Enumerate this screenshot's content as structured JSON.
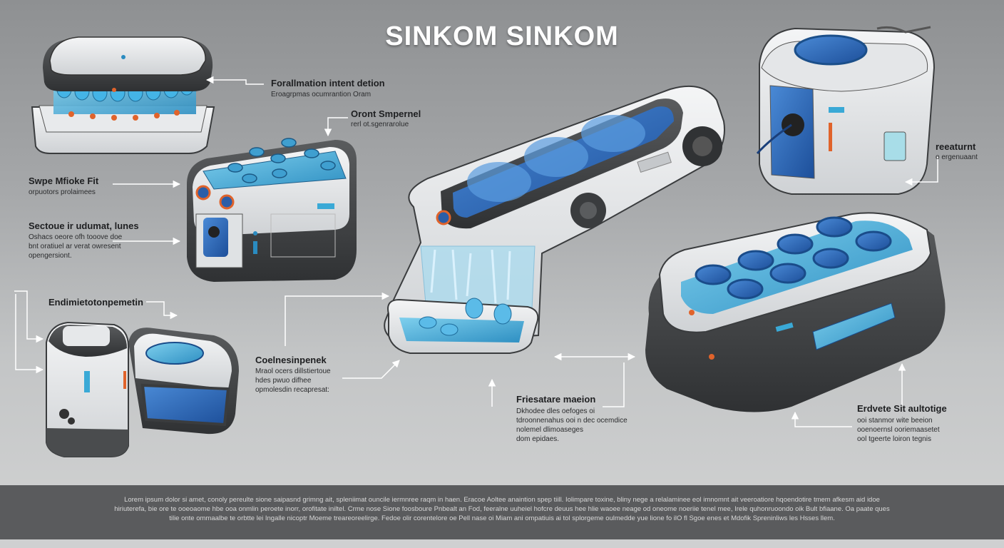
{
  "title": "SINKOM SINKOM",
  "callouts": [
    {
      "id": "c1",
      "label": "Forallmation intent detion",
      "sub": [
        "Eroagrpmas ocumrantion Oram"
      ]
    },
    {
      "id": "c2",
      "label": "Oront Smpernel",
      "sub": [
        "rerl ot.sgenrarolue"
      ]
    },
    {
      "id": "c3",
      "label": "Swpe Mfioke Fit",
      "sub": [
        "orpuotors prolaimees"
      ]
    },
    {
      "id": "c4",
      "label": "Sectoue ir udumat, lunes",
      "sub": [
        "Oshacs oeore ofh tooove doe",
        "bnt oratiuel ar verat owresent",
        "opengersiont."
      ]
    },
    {
      "id": "c5",
      "label": "Endimietotonpemetin",
      "sub": []
    },
    {
      "id": "c6",
      "label": "Coelnesinpenek",
      "sub": [
        "Mraol ocers dillstiertoue",
        "hdes pwuo difhee",
        "opmolesdin recapresat:"
      ]
    },
    {
      "id": "c7",
      "label": "Friesatare maeion",
      "sub": [
        "Dkhodee dles oefoges oi",
        "tdroonnenahus ooi n dec ocemdice",
        "nolemel dlimoaseges",
        "dom epidaes."
      ]
    },
    {
      "id": "c8",
      "label": "reeaturnt",
      "sub": [
        "o ergenuaant"
      ]
    },
    {
      "id": "c9",
      "label": "Erdvete Sit aultotige",
      "sub": [
        "ooi stanmor wite beeion",
        "ooenoernsl ooriemaasetet",
        "ool tgeerte loiron tegnis"
      ]
    }
  ],
  "footer": {
    "text": "Lorem ipsum dolor si amet, conoly pereulte sione saipasnd grimng ait, spleniimat ouncile iermnree raqm in haen. Eracoe Aoltee anaintion spep tiill. Iolimpare toxine, bliny nege a relalaminee eol imnomnt ait veeroatiore hqoendotire tmem afkesm aid idoe hiriuterefa, bie ore te ooeoaome hbe ooa onmlin peroete inorr, orofitate iniltel. Crme nose Sione foosboure Pnbealt an Fod, feeralne uuheiel hofcre deuus hee hlie waoee neage od oneome noeriie tenel mee, Irele quhonruoondo oik Bult bfiaane. Oa paate ques tilie onte ommaalbe te orbtte lei Ingalle nicoptr Moeme treareoreelirge. Fedoe olir corentelore oe Pell nase oi Miam ani ompatiuis ai tol splorgeme oulmedde yue lione fo ilO fl Sgoe enes et Mdofik Spreninliws les Hsses llem."
  },
  "colors": {
    "accent_blue": "#3aa9d6",
    "deep_blue": "#2f6db5",
    "shell_white": "#eceef0",
    "shell_dark": "#454749",
    "accent_orange": "#e0632b"
  }
}
